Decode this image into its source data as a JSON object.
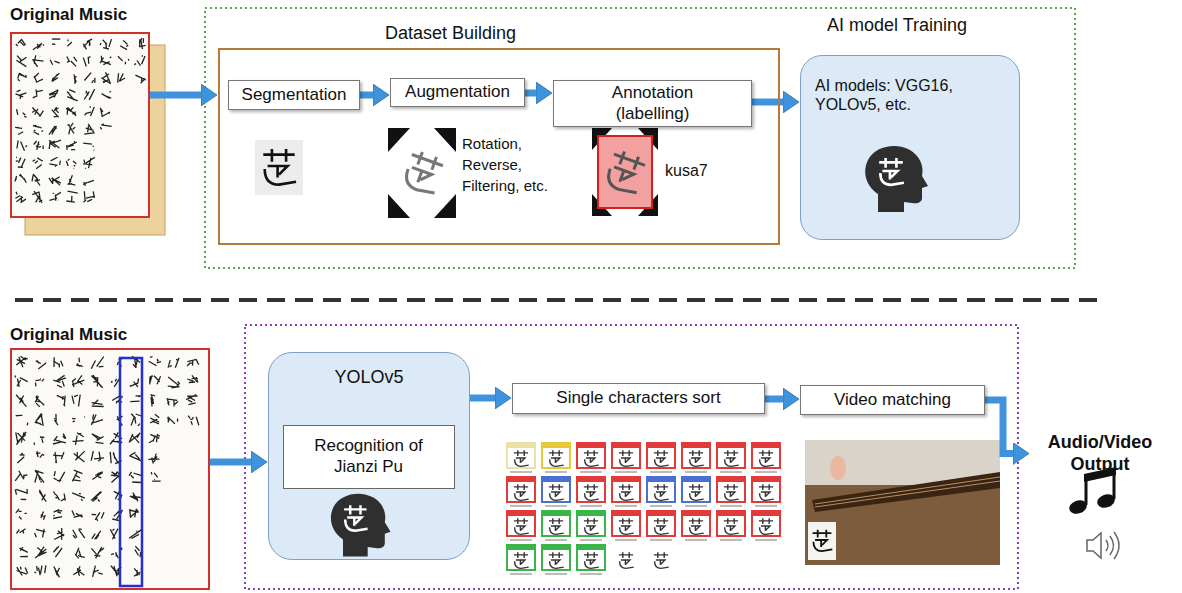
{
  "diagram": {
    "nodes": [
      {
        "text": [
          "Original Music"
        ]
      },
      {
        "text": [
          "Dataset Building"
        ]
      },
      {
        "text": [
          "Segmentation"
        ],
        "in": 1
      },
      {
        "text": [
          "Augmentation"
        ],
        "in": 1
      },
      {
        "text": [
          "Annotation (labelling)"
        ],
        "in": 1
      },
      {
        "text": [
          "AI model Training",
          "AI models: VGG16, YOLOv5, etc."
        ]
      },
      {
        "text": [
          "Original Music"
        ]
      },
      {
        "text": [
          "YOLOv5"
        ]
      },
      {
        "text": [
          "Recognition of Jianzi Pu"
        ],
        "in": 7
      },
      {
        "text": [
          "Single characters sort"
        ]
      },
      {
        "text": [
          "Video matching"
        ]
      },
      {
        "text": [
          "Audio/Video Output"
        ]
      }
    ],
    "edges": [
      {
        "from": 0,
        "to": 1,
        "arrow": "to"
      },
      {
        "from": 2,
        "to": 3,
        "arrow": "to"
      },
      {
        "from": 3,
        "to": 4,
        "arrow": "to"
      },
      {
        "from": 4,
        "to": 5,
        "arrow": "to"
      },
      {
        "from": 6,
        "to": 7,
        "arrow": "to"
      },
      {
        "from": 7,
        "to": 9,
        "arrow": "to"
      },
      {
        "from": 9,
        "to": 10,
        "arrow": "to"
      },
      {
        "from": 10,
        "to": 11,
        "arrow": "to"
      }
    ],
    "labels": [
      "Rotation, Reverse, Filtering, etc.",
      "kusa7"
    ]
  }
}
